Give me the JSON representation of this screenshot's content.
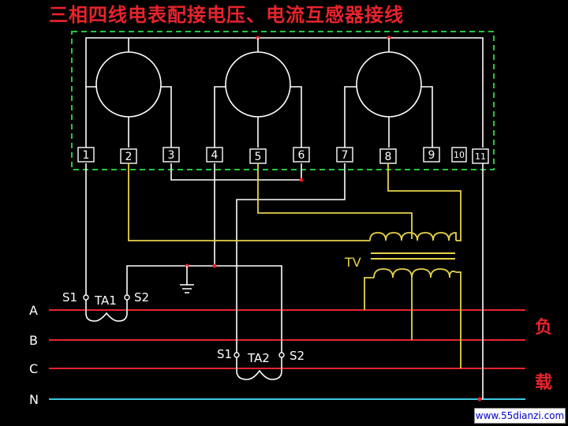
{
  "title": "三相四线电表配接电压、电流互感器接线",
  "terminals": [
    "1",
    "2",
    "3",
    "4",
    "5",
    "6",
    "7",
    "8",
    "9",
    "10",
    "11"
  ],
  "ta1": {
    "name": "TA1",
    "s1": "S1",
    "s2": "S2"
  },
  "ta2": {
    "name": "TA2",
    "s1": "S1",
    "s2": "S2"
  },
  "tv": "TV",
  "phases": [
    "A",
    "B",
    "C",
    "N"
  ],
  "load": [
    "负",
    "载"
  ],
  "watermark": "www.55dianzi.com",
  "colors": {
    "title": "#e8242c",
    "phase_line": "#e8242c",
    "neutral_line": "#3cc8e0",
    "enclosure": "#22c83c",
    "vt_wiring": "#e6d24a",
    "wiring": "#ffffff"
  }
}
